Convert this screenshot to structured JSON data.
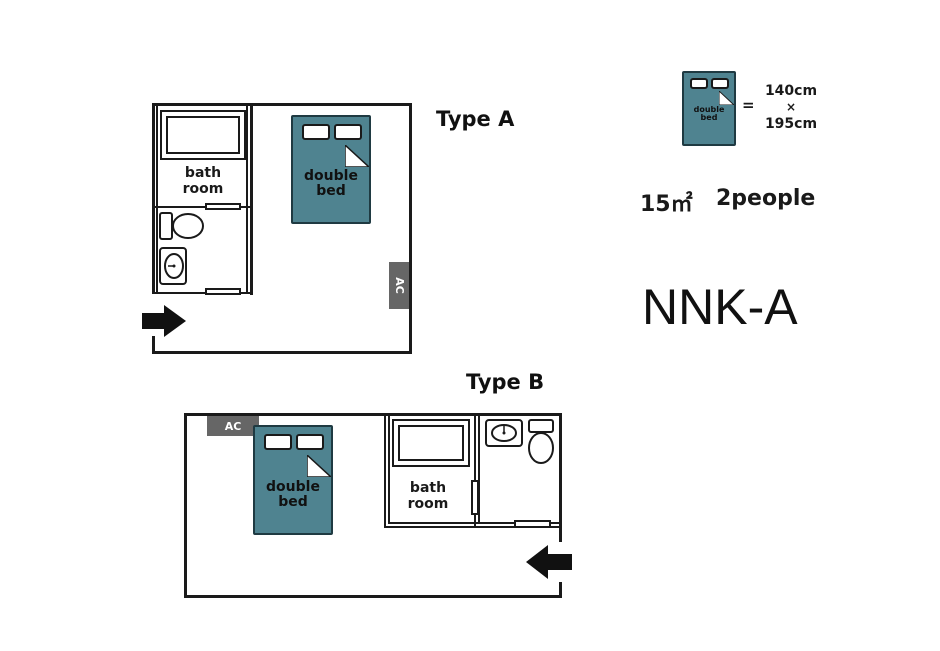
{
  "type_a": {
    "title": "Type A",
    "bathroom_label": "bath\nroom",
    "bed_label": "double\nbed",
    "ac_label": "AC"
  },
  "type_b": {
    "title": "Type B",
    "bathroom_label": "bath\nroom",
    "bed_label": "double\nbed",
    "ac_label": "AC"
  },
  "legend": {
    "bed_label": "double\nbed",
    "equals": "=",
    "width": "140cm",
    "times": "×",
    "length": "195cm"
  },
  "room_info": {
    "area": "15㎡",
    "capacity": "2people"
  },
  "room_code": "NNK-A",
  "colors": {
    "bed": "#4f8390",
    "ac": "#666666",
    "wall": "#1a1a1a"
  },
  "icons": [
    "entrance-arrow-icon",
    "toilet-icon",
    "sink-icon"
  ]
}
